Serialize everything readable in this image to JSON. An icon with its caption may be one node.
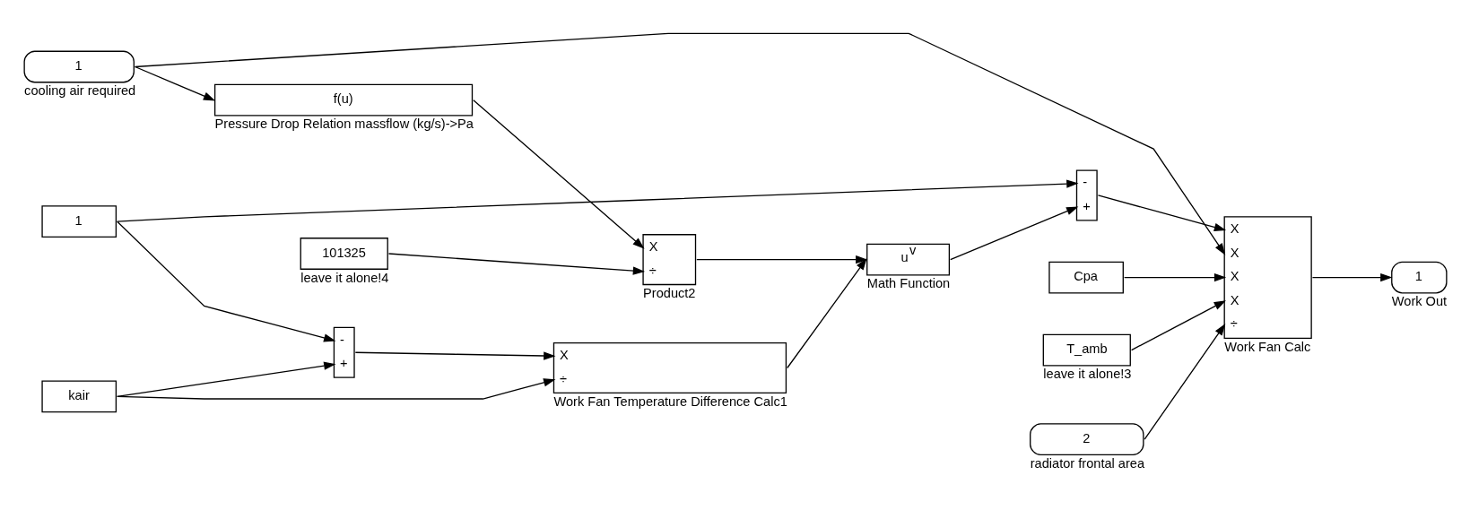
{
  "diagram": {
    "nodes": [
      {
        "text": [
          "1"
        ],
        "beside": [
          "cooling air required"
        ]
      },
      {
        "text": [
          "f(u)"
        ],
        "beside": [
          "Pressure Drop Relation massflow (kg/s)->Pa"
        ]
      },
      {
        "text": [
          "X",
          "÷"
        ],
        "beside": [
          "Product2"
        ]
      },
      {
        "text": [
          "101325"
        ],
        "beside": [
          "leave it alone!4"
        ]
      },
      {
        "text": [
          "1"
        ]
      },
      {
        "text": [
          "kair"
        ]
      },
      {
        "text": [
          "-",
          "+"
        ]
      },
      {
        "text": [
          "X",
          "÷"
        ],
        "beside": [
          "Work Fan Temperature Difference Calc1"
        ]
      },
      {
        "text": [
          "u$^{v}$"
        ],
        "beside": [
          "Math Function"
        ]
      },
      {
        "text": [
          "-",
          "+"
        ]
      },
      {
        "text": [
          "X",
          "X",
          "X",
          "X",
          "÷"
        ],
        "beside": [
          "Work Fan Calc"
        ]
      },
      {
        "text": [
          "Cpa"
        ]
      },
      {
        "text": [
          "T_amb"
        ],
        "beside": [
          "leave it alone!3"
        ]
      },
      {
        "text": [
          "2"
        ],
        "beside": [
          "radiator frontal area"
        ]
      },
      {
        "text": [
          "1"
        ],
        "beside": [
          "Work Out"
        ]
      }
    ],
    "edges": [
      {
        "from": 0,
        "to": 1,
        "arrow": "to"
      },
      {
        "from": 0,
        "to": 10,
        "arrow": "to"
      },
      {
        "from": 1,
        "to": 2,
        "arrow": "to"
      },
      {
        "from": 3,
        "to": 2,
        "arrow": "to"
      },
      {
        "from": 2,
        "to": 8,
        "arrow": "to"
      },
      {
        "from": 4,
        "to": 6,
        "arrow": "to"
      },
      {
        "from": 4,
        "to": 9,
        "arrow": "to"
      },
      {
        "from": 5,
        "to": 6,
        "arrow": "to"
      },
      {
        "from": 5,
        "to": 7,
        "arrow": "to"
      },
      {
        "from": 6,
        "to": 7,
        "arrow": "to"
      },
      {
        "from": 7,
        "to": 8,
        "arrow": "to"
      },
      {
        "from": 8,
        "to": 9,
        "arrow": "to"
      },
      {
        "from": 9,
        "to": 10,
        "arrow": "to"
      },
      {
        "from": 11,
        "to": 10,
        "arrow": "to"
      },
      {
        "from": 12,
        "to": 10,
        "arrow": "to"
      },
      {
        "from": 13,
        "to": 10,
        "arrow": "to"
      },
      {
        "from": 10,
        "to": 14,
        "arrow": "to"
      }
    ]
  }
}
